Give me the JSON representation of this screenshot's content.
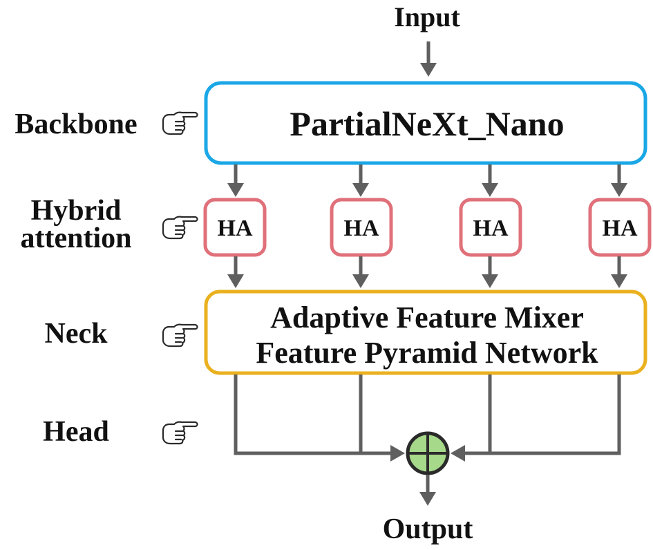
{
  "input_label": "Input",
  "output_label": "Output",
  "backbone": {
    "label": "Backbone",
    "module": "PartialNeXt_Nano"
  },
  "hybrid_attention": {
    "label_line1": "Hybrid",
    "label_line2": "attention",
    "block": "HA"
  },
  "neck": {
    "label": "Neck",
    "module_line1": "Adaptive Feature Mixer",
    "module_line2": "Feature Pyramid Network"
  },
  "head": {
    "label": "Head"
  },
  "colors": {
    "backbone_border": "#1aa7e6",
    "ha_border": "#e0707a",
    "neck_border": "#eab11f",
    "sum_node_fill": "#a7d98a",
    "arrow": "#5f5f5f"
  },
  "icons": {
    "pointer": "pointing-hand-icon",
    "sum": "circle-plus-icon"
  }
}
